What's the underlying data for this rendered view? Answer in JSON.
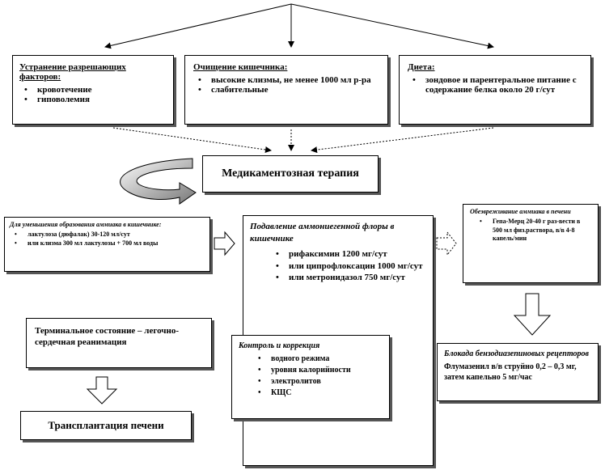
{
  "box_elimination": {
    "title": "Устранение разрешающих факторов:",
    "items": [
      "кровотечение",
      "гиповолемия"
    ]
  },
  "box_cleansing": {
    "title": "Очищение кишечника:",
    "items": [
      "высокие клизмы, не менее 1000 мл р-ра",
      "слабительные"
    ]
  },
  "box_diet": {
    "title": "Диета:",
    "items": [
      "зондовое и парентеральное питание с содержание белка около 20 г/сут"
    ]
  },
  "box_drug": {
    "title": "Медикаментозная терапия"
  },
  "box_ammonia_formation": {
    "title": "Для уменьшения образования аммиака в кишечнике:",
    "items": [
      "лактулоза (дюфалак) 30-120 мл/сут",
      "или клизма 300 мл лактулозы + 700 мл воды"
    ]
  },
  "box_flora": {
    "title": "Подавление аммониегенной флоры в кишечнике",
    "items": [
      "рифаксимин 1200 мг/сут",
      "или ципрофлоксацин 1000 мг/сут",
      "или метронидазол 750 мг/сут"
    ]
  },
  "box_liver_ammonia": {
    "title": "Обезвреживание аммиака в печени",
    "items": [
      "Гепа-Мерц 20-40 г раз-вести в 500 мл физ.раствора, в/в 4-8 капель/мин"
    ]
  },
  "box_control": {
    "title": "Контроль и коррекция",
    "items": [
      "водного режима",
      "уровня калорийности",
      "электролитов",
      "КЩС"
    ]
  },
  "box_blockade": {
    "title": "Блокада бензодиазепиновых рецепторов",
    "text": "Флумазенил в/в струйно 0,2 – 0,3 мг, затем капельно 5 мг/час"
  },
  "box_terminal": {
    "title": "Терминальное состояние – легочно-сердечная реанимация"
  },
  "box_transplant": {
    "title": "Трансплантация печени"
  }
}
